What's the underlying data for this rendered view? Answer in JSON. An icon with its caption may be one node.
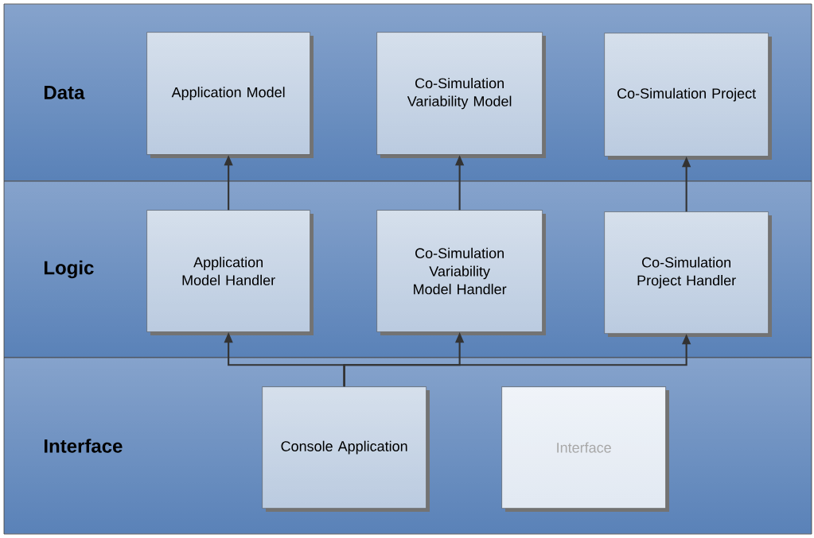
{
  "diagram": {
    "nodes": [
      {
        "text": [
          "Data"
        ]
      },
      {
        "text": [
          "Application Model"
        ],
        "in": 0
      },
      {
        "text": [
          "Co-Simulation Variability Model"
        ],
        "in": 0
      },
      {
        "text": [
          "Co-Simulation Project"
        ],
        "in": 0
      },
      {
        "text": [
          "Logic"
        ]
      },
      {
        "text": [
          "Application Model Handler"
        ],
        "in": 4
      },
      {
        "text": [
          "Co-Simulation Variability Model Handler"
        ],
        "in": 4
      },
      {
        "text": [
          "Co-Simulation Project Handler"
        ],
        "in": 4
      },
      {
        "text": [
          "Interface"
        ]
      },
      {
        "text": [
          "Console Application"
        ],
        "in": 8
      },
      {
        "text": [
          "Interface"
        ],
        "in": 8
      }
    ],
    "edges": [
      {
        "from": 5,
        "to": 1,
        "arrow": "to"
      },
      {
        "from": 6,
        "to": 2,
        "arrow": "to"
      },
      {
        "from": 7,
        "to": 3,
        "arrow": "to"
      },
      {
        "from": 9,
        "to": 5,
        "arrow": "to"
      },
      {
        "from": 9,
        "to": 6,
        "arrow": "to"
      },
      {
        "from": 9,
        "to": 7,
        "arrow": "to"
      }
    ]
  }
}
